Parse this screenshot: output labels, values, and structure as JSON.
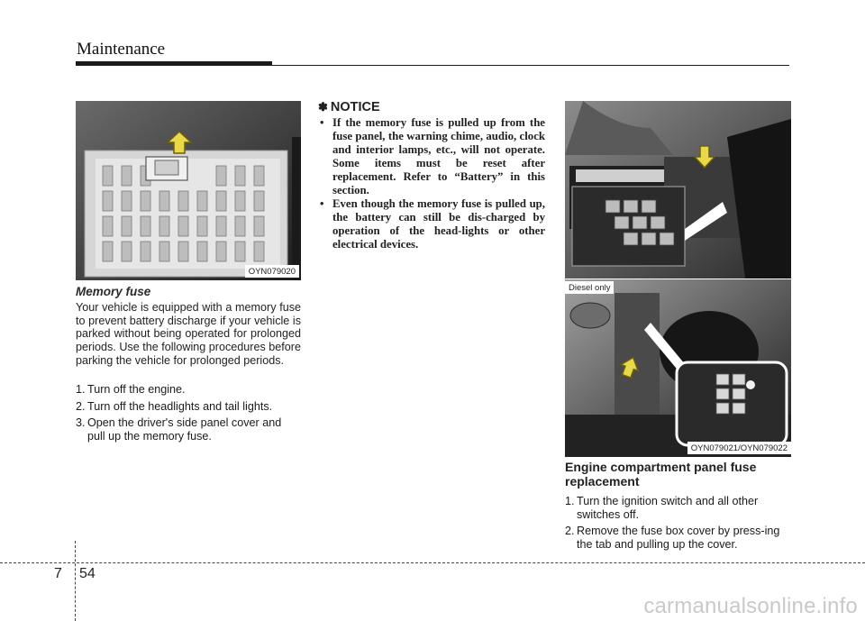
{
  "header": {
    "section_title": "Maintenance"
  },
  "left_column": {
    "photo_code": "OYN079020",
    "subheading": "Memory fuse",
    "intro": "Your vehicle is equipped with a memory fuse to prevent battery discharge if your vehicle is parked without being operated for prolonged periods. Use the following procedures before parking the vehicle for prolonged periods.",
    "steps": [
      {
        "num": "1.",
        "text": "Turn off the engine."
      },
      {
        "num": "2.",
        "text": "Turn off the headlights and tail lights."
      },
      {
        "num": "3.",
        "text": "Open the driver's side panel cover and pull up the memory fuse."
      }
    ]
  },
  "notice": {
    "icon": "✽",
    "title": "NOTICE",
    "bullets": [
      "If the memory fuse is pulled up from the fuse panel, the warning chime, audio, clock and interior lamps, etc., will not operate. Some items must be reset after replacement. Refer to “Battery” in this section.",
      "Even though the memory fuse is pulled up, the battery can still be dis-charged by operation of the head-lights or other electrical devices."
    ]
  },
  "right_column": {
    "photo_label": "Diesel only",
    "photo_code": "OYN079021/OYN079022",
    "heading": "Engine compartment panel fuse replacement",
    "steps": [
      {
        "num": "1.",
        "text": "Turn the ignition switch and all other switches off."
      },
      {
        "num": "2.",
        "text": "Remove the fuse box cover by press-ing the tab and pulling up the cover."
      }
    ]
  },
  "footer": {
    "chapter": "7",
    "page": "54"
  },
  "watermark": "carmanualsonline.info",
  "colors": {
    "arrow_fill": "#e8d84a",
    "arrow_stroke": "#6b5f10",
    "rule": "#1a1a1a",
    "watermark": "#c9c9c9"
  }
}
